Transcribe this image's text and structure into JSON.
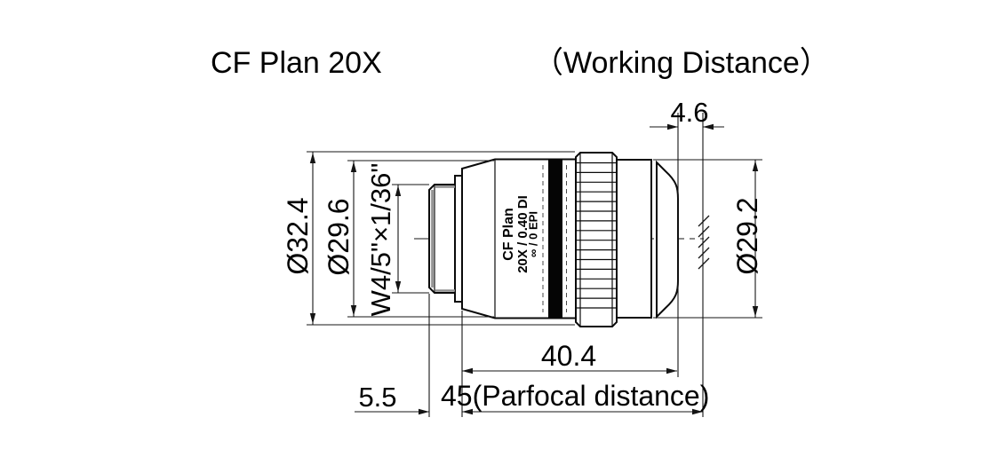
{
  "drawing": {
    "title": "CF Plan 20X",
    "subtitle": "（Working Distance）",
    "lens_label": {
      "line1": "CF Plan",
      "line2": "20X / 0.40 DI",
      "line3": "∞ / 0 EPI"
    },
    "dimensions": {
      "outer_diameter": "Ø32.4",
      "body_diameter": "Ø29.6",
      "thread_spec": "W4/5\"×1/36\"",
      "front_diameter": "Ø29.2",
      "working_distance": "4.6",
      "nose_length": "40.4",
      "thread_length": "5.5",
      "parfocal_distance": "45(Parfocal distance)"
    }
  }
}
